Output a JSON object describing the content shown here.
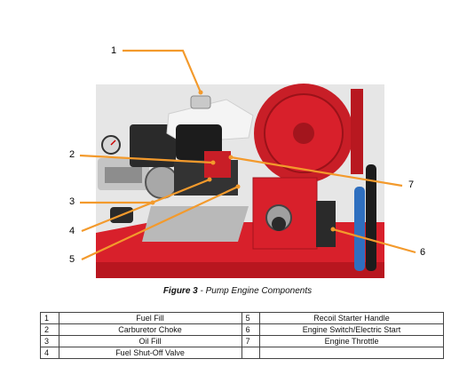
{
  "figure": {
    "callouts": [
      "1",
      "2",
      "3",
      "4",
      "5",
      "6",
      "7"
    ],
    "caption_label": "Figure 3",
    "caption_separator": " - ",
    "caption_text": "Pump Engine Components",
    "colors": {
      "callout_orange": "#f39a2c",
      "tank_red": "#d8202b",
      "engine_black": "#1c1c1c",
      "background_grey": "#e4e4e4"
    }
  },
  "legend": {
    "rows": [
      {
        "n1": "1",
        "d1": "Fuel Fill",
        "n2": "5",
        "d2": "Recoil Starter Handle"
      },
      {
        "n1": "2",
        "d1": "Carburetor Choke",
        "n2": "6",
        "d2": "Engine Switch/Electric Start"
      },
      {
        "n1": "3",
        "d1": "Oil Fill",
        "n2": "7",
        "d2": "Engine Throttle"
      },
      {
        "n1": "4",
        "d1": "Fuel Shut-Off Valve",
        "n2": "",
        "d2": ""
      }
    ]
  }
}
